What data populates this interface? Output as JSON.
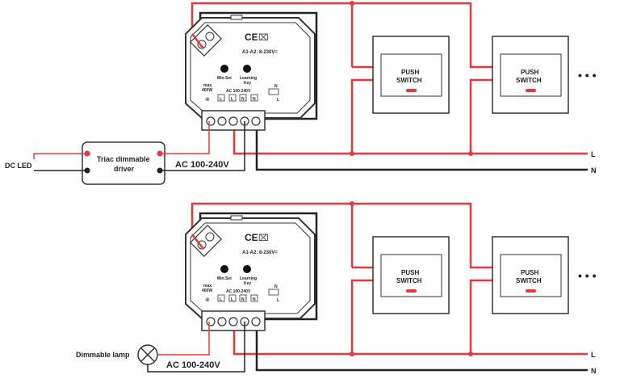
{
  "colors": {
    "live": "#e8383d",
    "neutral": "#222222",
    "device": "#333333"
  },
  "diagrams": [
    {
      "id": "top",
      "load_label": "DC LED",
      "driver": {
        "line1": "Triac dimmable",
        "line2": "driver"
      },
      "supply_label": "AC 100-240V",
      "line_labels": {
        "live": "L",
        "neutral": "N"
      },
      "module": {
        "rating": "A1-A2: 8-230V=",
        "button1": "Min.Set",
        "button2_line1": "Learning",
        "button2_line2": "Key",
        "max_line1": "max.",
        "max_line2": "400W",
        "ac_label": "AC 100-240V",
        "terminals": [
          "L",
          "L",
          "N",
          "N"
        ],
        "n_label": "N",
        "l_label": "L",
        "ce_mark": "CE"
      },
      "switches": [
        {
          "line1": "PUSH",
          "line2": "SWITCH"
        },
        {
          "line1": "PUSH",
          "line2": "SWITCH"
        }
      ],
      "more": "• • •"
    },
    {
      "id": "bottom",
      "load_label": "Dimmable lamp",
      "supply_label": "AC 100-240V",
      "line_labels": {
        "live": "L",
        "neutral": "N"
      },
      "module": {
        "rating": "A1-A2: 8-230V=",
        "button1": "Min.Set",
        "button2_line1": "Learning",
        "button2_line2": "Key",
        "max_line1": "max.",
        "max_line2": "400W",
        "ac_label": "AC 100-240V",
        "terminals": [
          "L",
          "L",
          "N",
          "N"
        ],
        "n_label": "N",
        "l_label": "L",
        "ce_mark": "CE"
      },
      "switches": [
        {
          "line1": "PUSH",
          "line2": "SWITCH"
        },
        {
          "line1": "PUSH",
          "line2": "SWITCH"
        }
      ],
      "more": "• • •"
    }
  ]
}
